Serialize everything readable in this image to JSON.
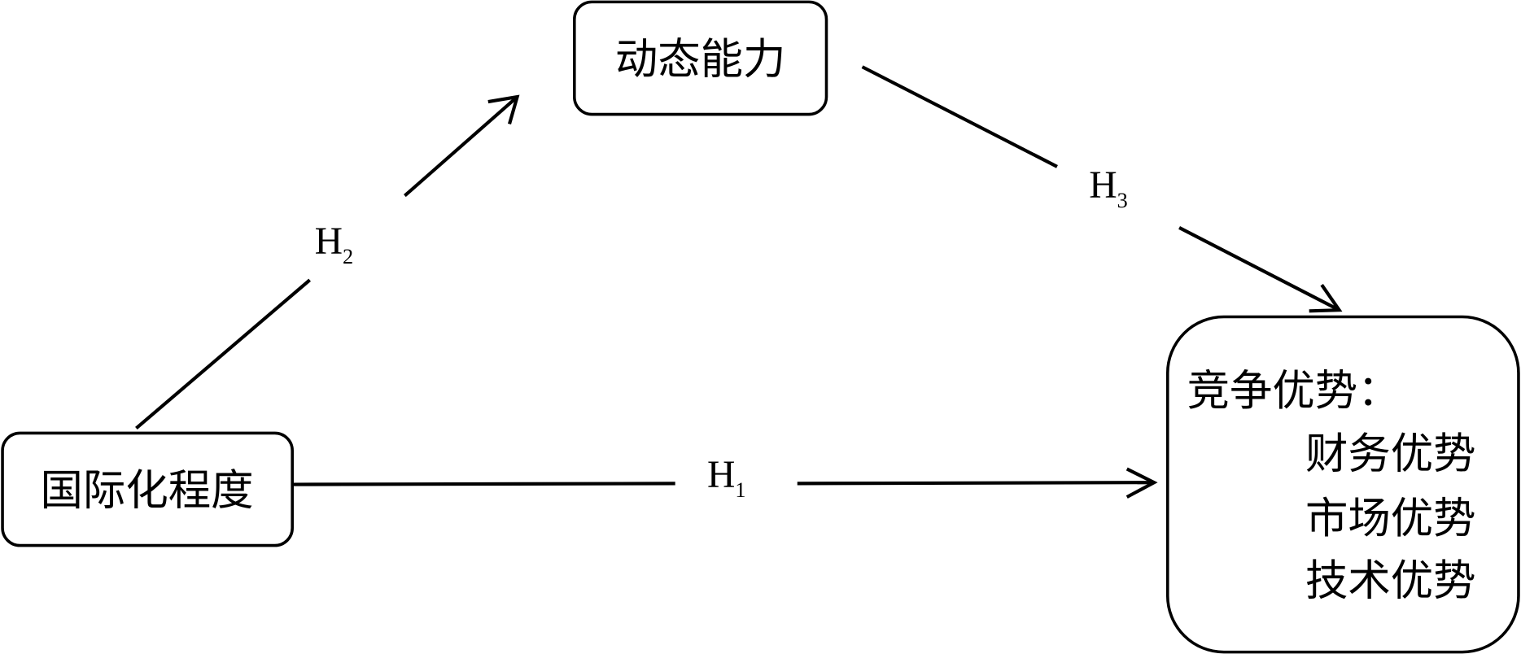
{
  "nodes": {
    "internationalization": "国际化程度",
    "dynamic_capability": "动态能力",
    "competitive_advantage": {
      "title": "竞争优势：",
      "items": [
        "财务优势",
        "市场优势",
        "技术优势"
      ]
    }
  },
  "paths": {
    "h1": {
      "letter": "H",
      "sub": "1"
    },
    "h2": {
      "letter": "H",
      "sub": "2"
    },
    "h3": {
      "letter": "H",
      "sub": "3"
    }
  }
}
